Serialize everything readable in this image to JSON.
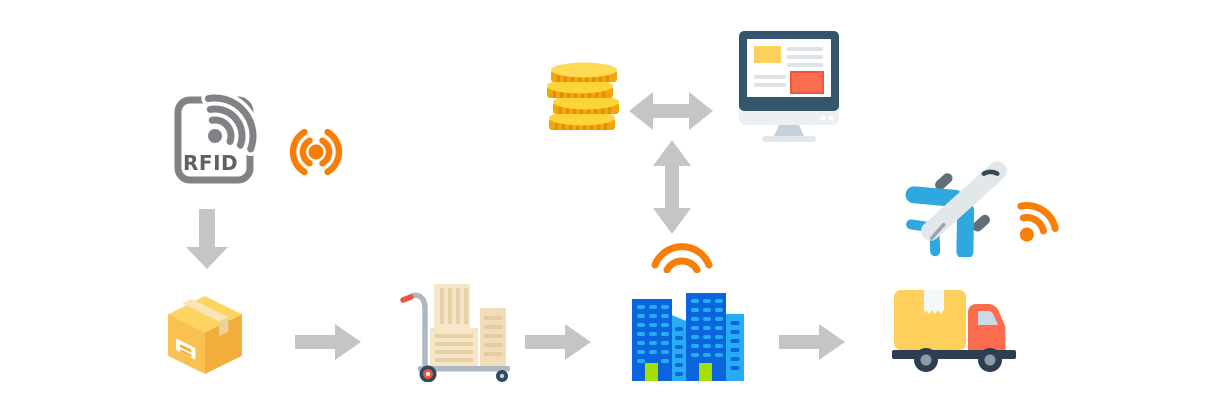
{
  "diagram": {
    "type": "rfid-supply-chain-flow",
    "background": "#FFFFFF",
    "rfid": {
      "label": "RFID"
    },
    "colors": {
      "signal_orange": "#F97E07",
      "arrow_gray": "#C5C5C5",
      "rfid_gray": "#828286",
      "package_yellow_top": "#FCD462",
      "package_yellow_left": "#F9C24F",
      "package_yellow_right": "#F2AE3C",
      "building_blue": "#0A64DC",
      "building_cyan": "#25ACF5",
      "door_green": "#A3E000",
      "coin_gold_side": "#F2A50C",
      "coin_face_yellow": "#FFD438",
      "truck_cab_coral": "#FB6D4C",
      "truck_cargo_yellow": "#FFD15C",
      "chassis_navy": "#2C3E50",
      "monitor_frame_slate": "#34566C",
      "monitor_panel_yellow": "#FFD15C",
      "monitor_panel_red": "#FC6E51",
      "plane_wing_blue": "#2FA8E0",
      "plane_body_gray": "#E2E8EA",
      "cart_gray": "#AEB8C2",
      "cart_red": "#F1543F",
      "crate_cream": "#F6E6C8"
    },
    "nodes": [
      {
        "id": "rfid-tag",
        "icon": "rfid-tag-icon",
        "description": "RFID tag with signal waves"
      },
      {
        "id": "broadcast",
        "icon": "broadcast-signal-icon",
        "description": "radio broadcast signal"
      },
      {
        "id": "package",
        "icon": "package-box-icon",
        "description": "sealed cardboard package"
      },
      {
        "id": "hand-truck",
        "icon": "hand-truck-icon",
        "description": "hand truck loaded with crates"
      },
      {
        "id": "warehouse",
        "icon": "warehouse-buildings-icon",
        "description": "buildings with wifi signal above"
      },
      {
        "id": "delivery-truck",
        "icon": "delivery-truck-icon",
        "description": "delivery truck"
      },
      {
        "id": "coins",
        "icon": "coins-icon",
        "description": "stack of gold coins"
      },
      {
        "id": "monitor",
        "icon": "desktop-monitor-icon",
        "description": "desktop computer with dashboard"
      },
      {
        "id": "airplane",
        "icon": "airplane-icon",
        "description": "airplane with rss signal"
      }
    ],
    "connections": [
      {
        "from": "rfid-tag",
        "to": "package",
        "type": "arrow-down"
      },
      {
        "from": "package",
        "to": "hand-truck",
        "type": "arrow-right"
      },
      {
        "from": "hand-truck",
        "to": "warehouse",
        "type": "arrow-right"
      },
      {
        "from": "warehouse",
        "to": "delivery-truck",
        "type": "arrow-right"
      },
      {
        "from": "coins",
        "to": "monitor",
        "type": "arrow-double-horizontal"
      },
      {
        "from": "coins",
        "to": "warehouse",
        "type": "arrow-double-vertical"
      }
    ]
  }
}
